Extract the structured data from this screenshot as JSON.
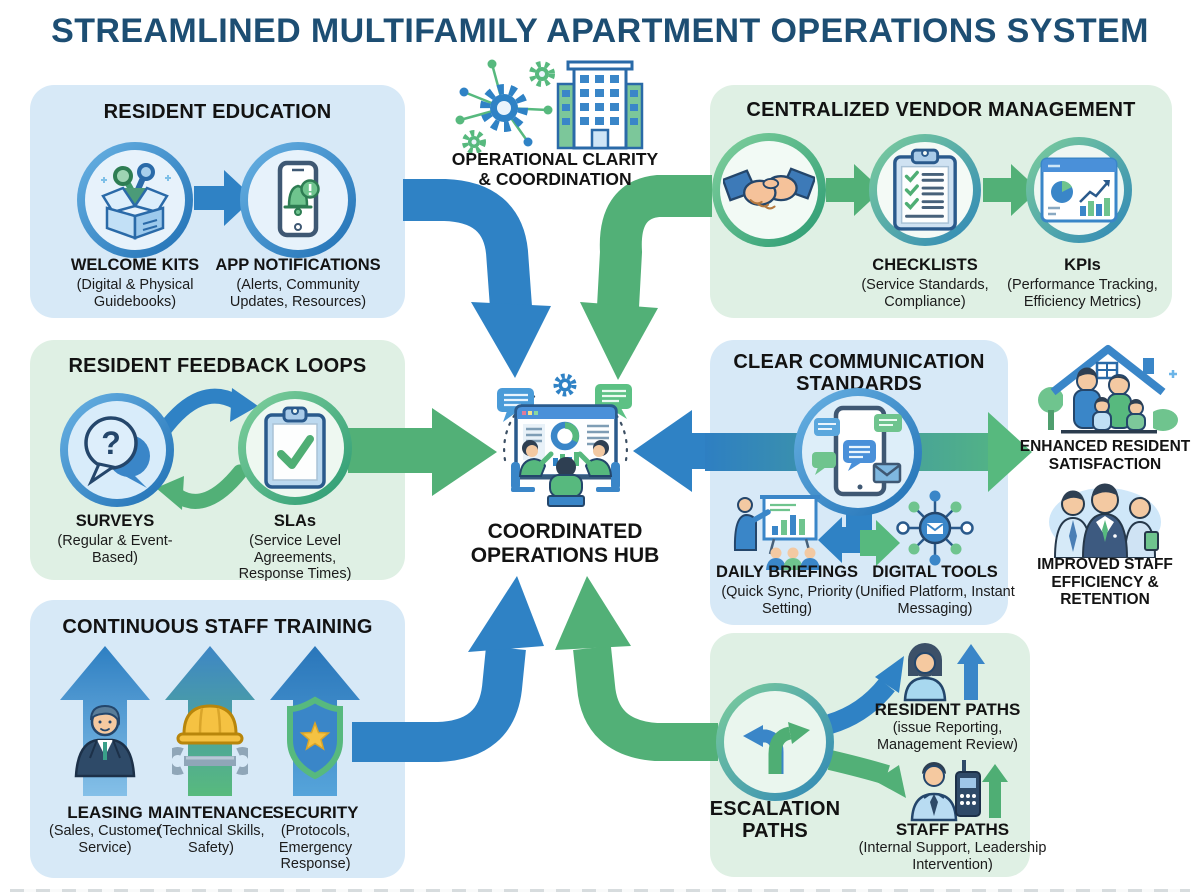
{
  "title": "STREAMLINED MULTIFAMILY APARTMENT OPERATIONS SYSTEM",
  "top_center": {
    "label": "OPERATIONAL CLARITY & COORDINATION"
  },
  "hub": {
    "label": "COORDINATED OPERATIONS HUB"
  },
  "boxes": {
    "resident_education": {
      "title": "RESIDENT EDUCATION",
      "welcome_kits": {
        "label": "WELCOME KITS",
        "sub": "(Digital & Physical Guidebooks)"
      },
      "app_notifications": {
        "label": "APP NOTIFICATIONS",
        "sub": "(Alerts, Community Updates, Resources)"
      }
    },
    "vendor_management": {
      "title": "CENTRALIZED VENDOR MANAGEMENT",
      "checklists": {
        "label": "CHECKLISTS",
        "sub": "(Service Standards, Compliance)"
      },
      "kpis": {
        "label": "KPIs",
        "sub": "(Performance Tracking, Efficiency Metrics)"
      }
    },
    "feedback_loops": {
      "title": "RESIDENT FEEDBACK LOOPS",
      "surveys": {
        "label": "SURVEYS",
        "sub": "(Regular & Event-Based)"
      },
      "slas": {
        "label": "SLAs",
        "sub": "(Service Level Agreements, Response Times)"
      }
    },
    "communication": {
      "title": "CLEAR COMMUNICATION STANDARDS",
      "daily_briefings": {
        "label": "DAILY BRIEFINGS",
        "sub": "(Quick Sync, Priority Setting)"
      },
      "digital_tools": {
        "label": "DIGITAL TOOLS",
        "sub": "(Unified Platform, Instant Messaging)"
      }
    },
    "staff_training": {
      "title": "CONTINUOUS STAFF TRAINING",
      "leasing": {
        "label": "LEASING",
        "sub": "(Sales, Customer Service)"
      },
      "maintenance": {
        "label": "MAINTENANCE",
        "sub": "(Technical Skills, Safety)"
      },
      "security": {
        "label": "SECURITY",
        "sub": "(Protocols, Emergency Response)"
      }
    },
    "escalation": {
      "title": "ESCALATION PATHS",
      "resident_paths": {
        "label": "RESIDENT PATHS",
        "sub": "(issue Reporting, Management Review)"
      },
      "staff_paths": {
        "label": "STAFF PATHS",
        "sub": "(Internal Support, Leadership Intervention)"
      }
    }
  },
  "outcomes": {
    "resident_satisfaction": "ENHANCED RESIDENT SATISFACTION",
    "staff_efficiency": "IMPROVED STAFF EFFICIENCY & RETENTION"
  },
  "colors": {
    "accent_blue": "#2e7fc2",
    "accent_green": "#52b077",
    "title_navy": "#1d4e73"
  }
}
